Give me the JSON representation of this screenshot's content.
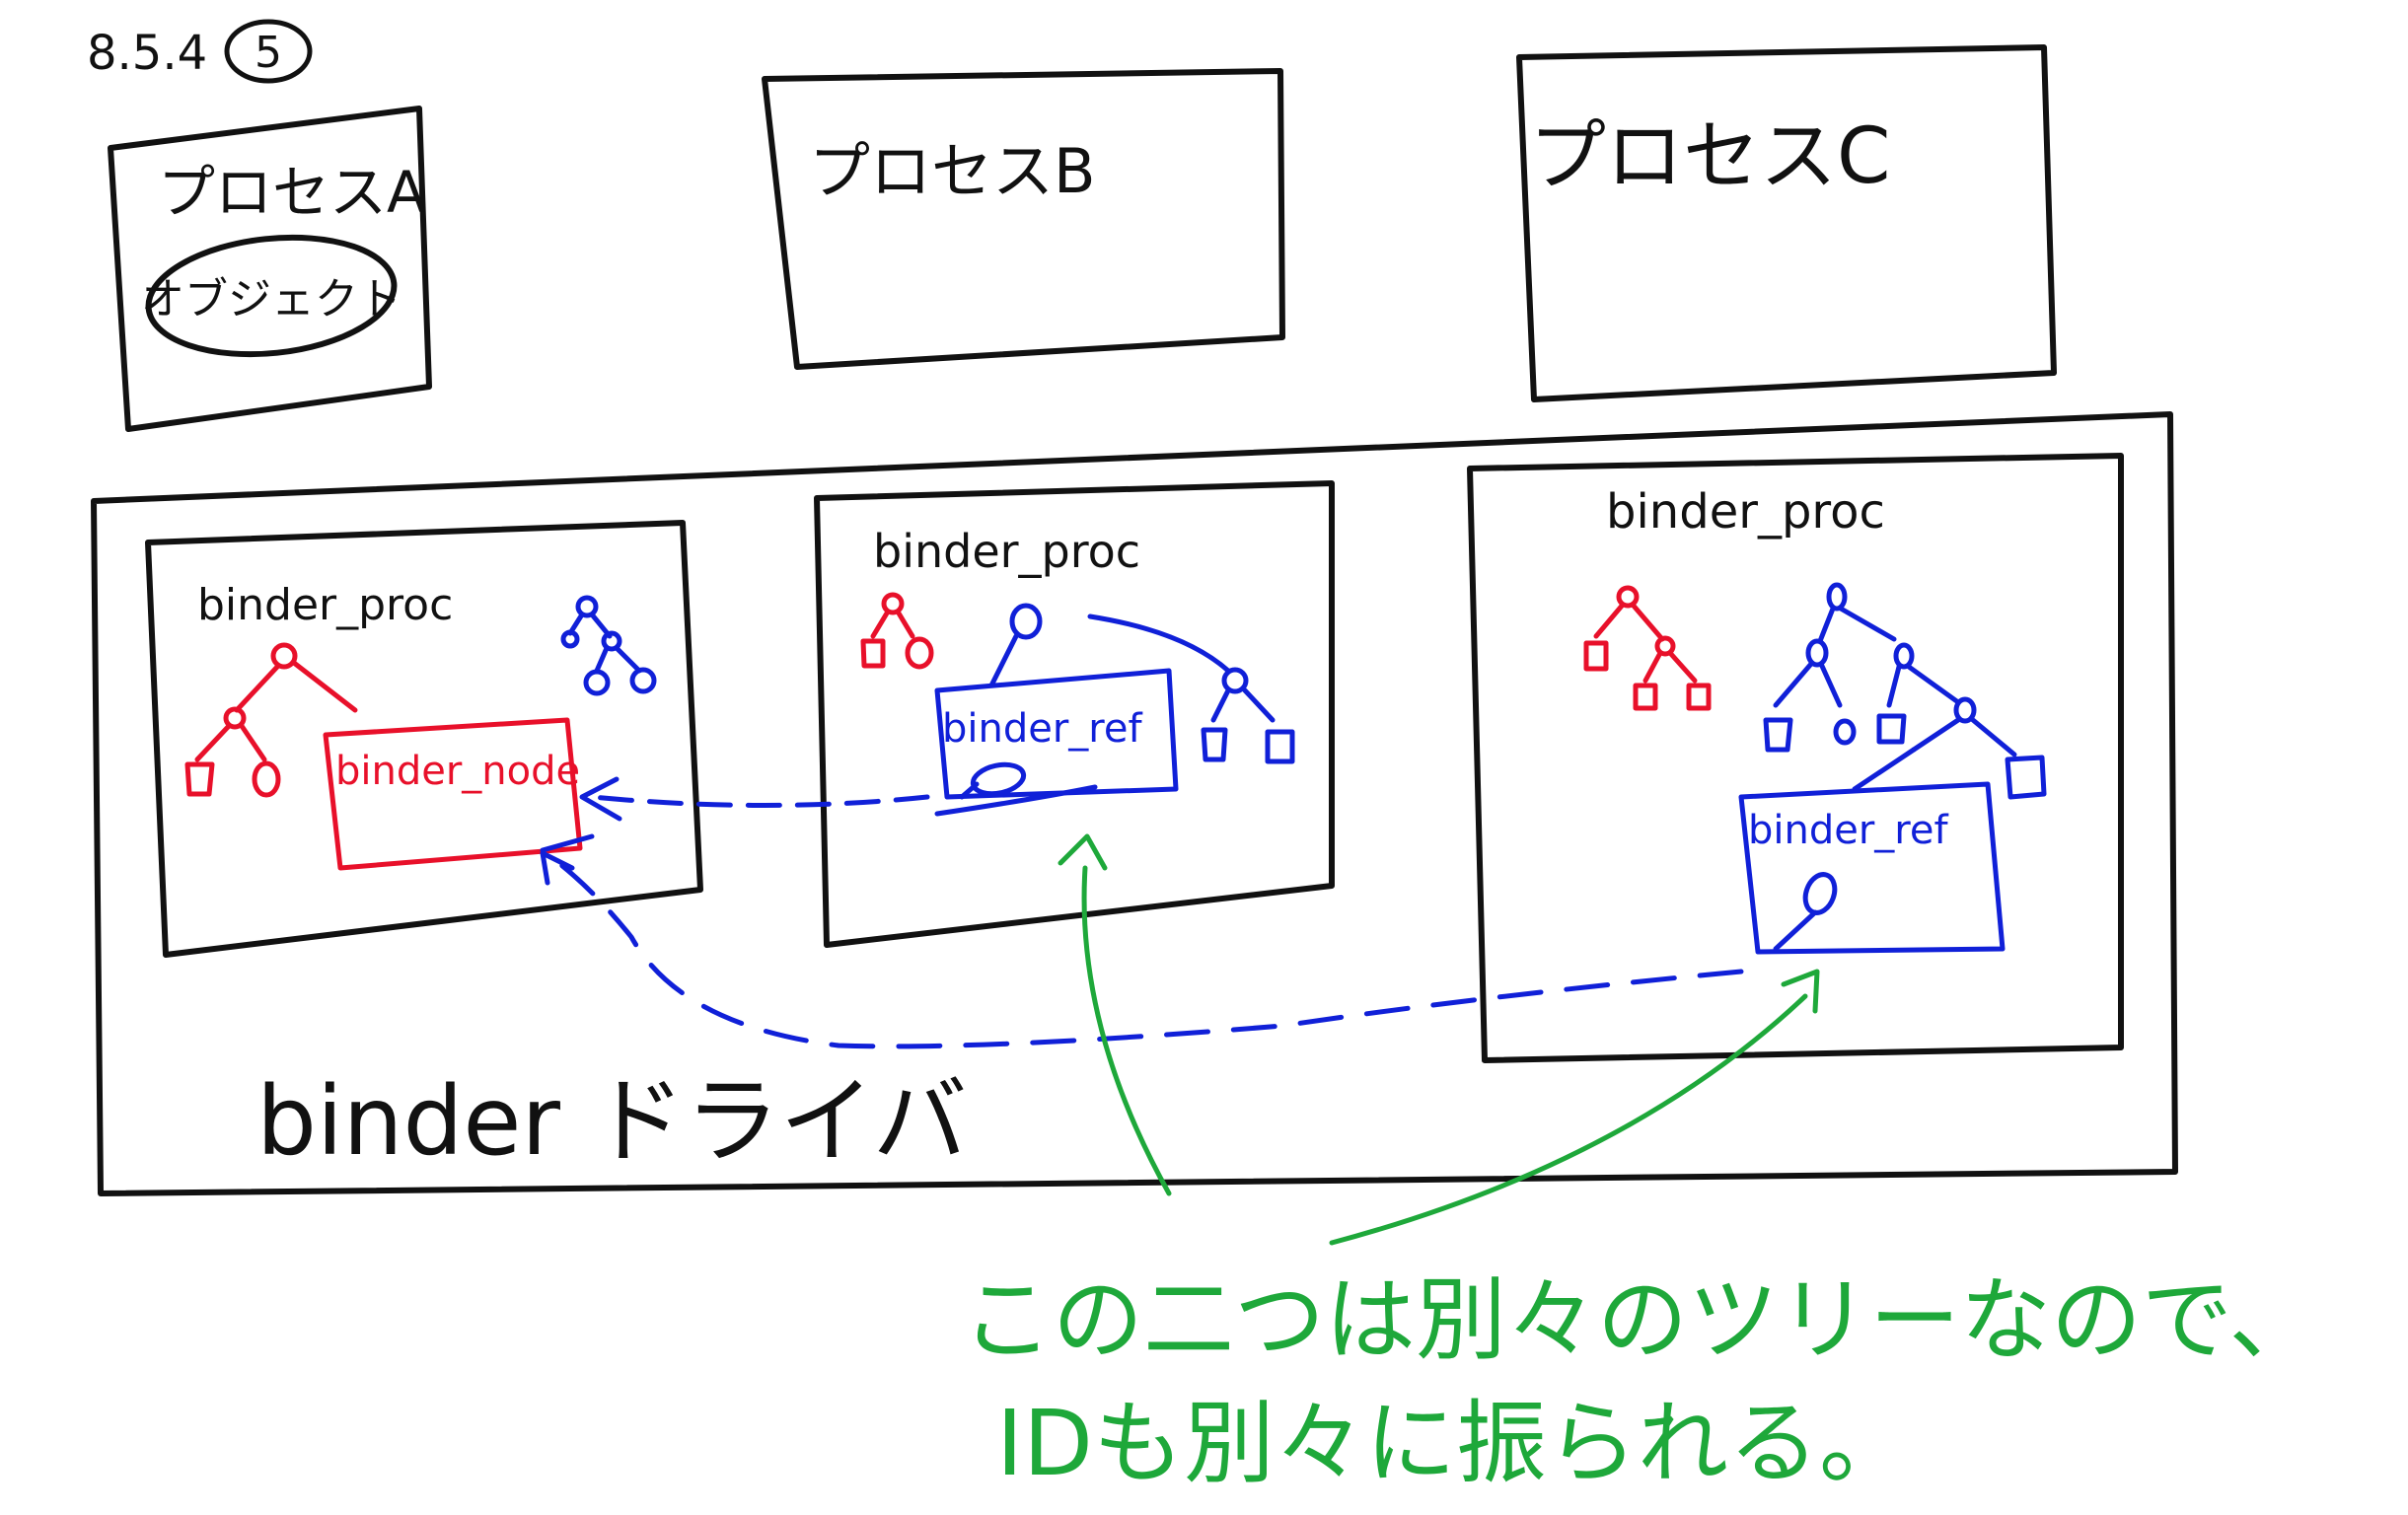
{
  "header": {
    "date_label": "8.5.4",
    "page_number": "5"
  },
  "processes": [
    {
      "label": "プロセスA",
      "object_label": "オブジェクト"
    },
    {
      "label": "プロセスB"
    },
    {
      "label": "プロセスC"
    }
  ],
  "driver": {
    "label": "binder ドライバ",
    "procs": [
      {
        "label": "binder_proc",
        "struct_label": "binder_node"
      },
      {
        "label": "binder_proc",
        "struct_label": "binder_ref"
      },
      {
        "label": "binder_proc",
        "struct_label": "binder_ref"
      }
    ]
  },
  "note": {
    "line1": "この二つは別々のツリーなので、",
    "line2": "IDも別々に振られる。"
  },
  "colors": {
    "ink": "#111111",
    "red": "#e8102a",
    "blue": "#1020d8",
    "green": "#1ea83a"
  }
}
